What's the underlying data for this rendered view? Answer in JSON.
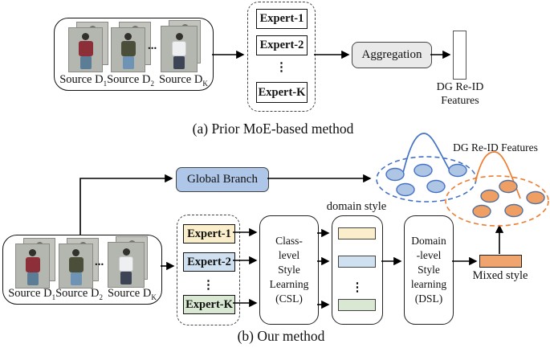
{
  "figure": {
    "panel_a": {
      "caption": "(a) Prior MoE-based method",
      "experts": {
        "e1": "Expert-1",
        "e2": "Expert-2",
        "dots": "⋮",
        "ek": "Expert-K"
      },
      "aggregation": "Aggregation",
      "features_line1": "DG Re-ID",
      "features_line2": "Features"
    },
    "panel_b": {
      "caption": "(b) Our method",
      "global_branch": "Global Branch",
      "experts": {
        "e1": "Expert-1",
        "e2": "Expert-2",
        "dots": "⋮",
        "ek": "Expert-K"
      },
      "csl": {
        "l1": "Class-",
        "l2": "level",
        "l3": "Style",
        "l4": "Learning",
        "l5": "(CSL)"
      },
      "domain_style_label": "domain style",
      "domain_dots": "⋮",
      "dsl": {
        "l1": "Domain",
        "l2": "-level",
        "l3": "Style",
        "l4": "learning",
        "l5": "(DSL)"
      },
      "mixed_style_label": "Mixed style",
      "dg_features_label": "DG Re-ID Features"
    },
    "source_box": {
      "dots": "...",
      "labels": [
        {
          "base": "Source D",
          "sub": "1"
        },
        {
          "base": "Source D",
          "sub": "2"
        },
        {
          "base": "Source D",
          "sub": "K"
        }
      ]
    },
    "colors": {
      "expert1_fill": "#FBEFCB",
      "expert2_fill": "#CFE0F0",
      "expertk_fill": "#D9E8D2",
      "global_branch_fill": "#AEC6E8",
      "aggregation_fill": "#E9E9E9",
      "mixed_style_fill": "#F0A46E",
      "blue_accent": "#4472C4",
      "orange_accent": "#ED7D31"
    }
  }
}
